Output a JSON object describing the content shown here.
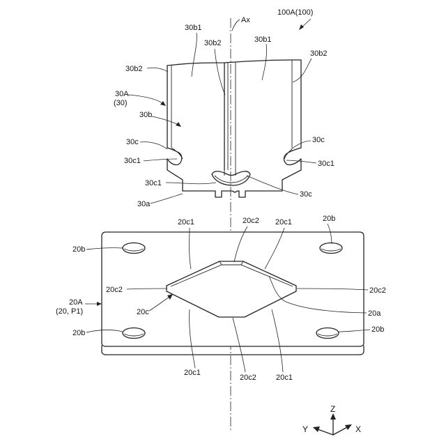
{
  "figure": {
    "ref_100A": "100A(100)",
    "axis_label": "Ax",
    "upper": {
      "tube_name": "30A",
      "tube_paren": "(30)",
      "body": "30b",
      "face_left": "30b1",
      "face_right": "30b1",
      "edge_mid": "30b2",
      "edge_left": "30b2",
      "edge_right": "30b2",
      "notch_left": "30c",
      "notch_left_edge": "30c1",
      "notch_right": "30c",
      "notch_right_edge": "30c1",
      "notch_front_edge": "30c1",
      "notch_front": "30c",
      "bottom": "30a"
    },
    "lower": {
      "plate_name": "20A",
      "plate_paren": "(20, P1)",
      "hole_tl": "20b",
      "hole_tr": "20b",
      "hole_bl": "20b",
      "hole_br": "20b",
      "c1_top_left": "20c1",
      "c2_top": "20c2",
      "c1_top_right": "20c1",
      "c2_left": "20c2",
      "c2_right": "20c2",
      "recess": "20c",
      "face_a": "20a",
      "c1_bottom_left": "20c1",
      "c2_bottom": "20c2",
      "c1_bottom_right": "20c1"
    },
    "axes": {
      "z": "Z",
      "y": "Y",
      "x": "X"
    }
  }
}
